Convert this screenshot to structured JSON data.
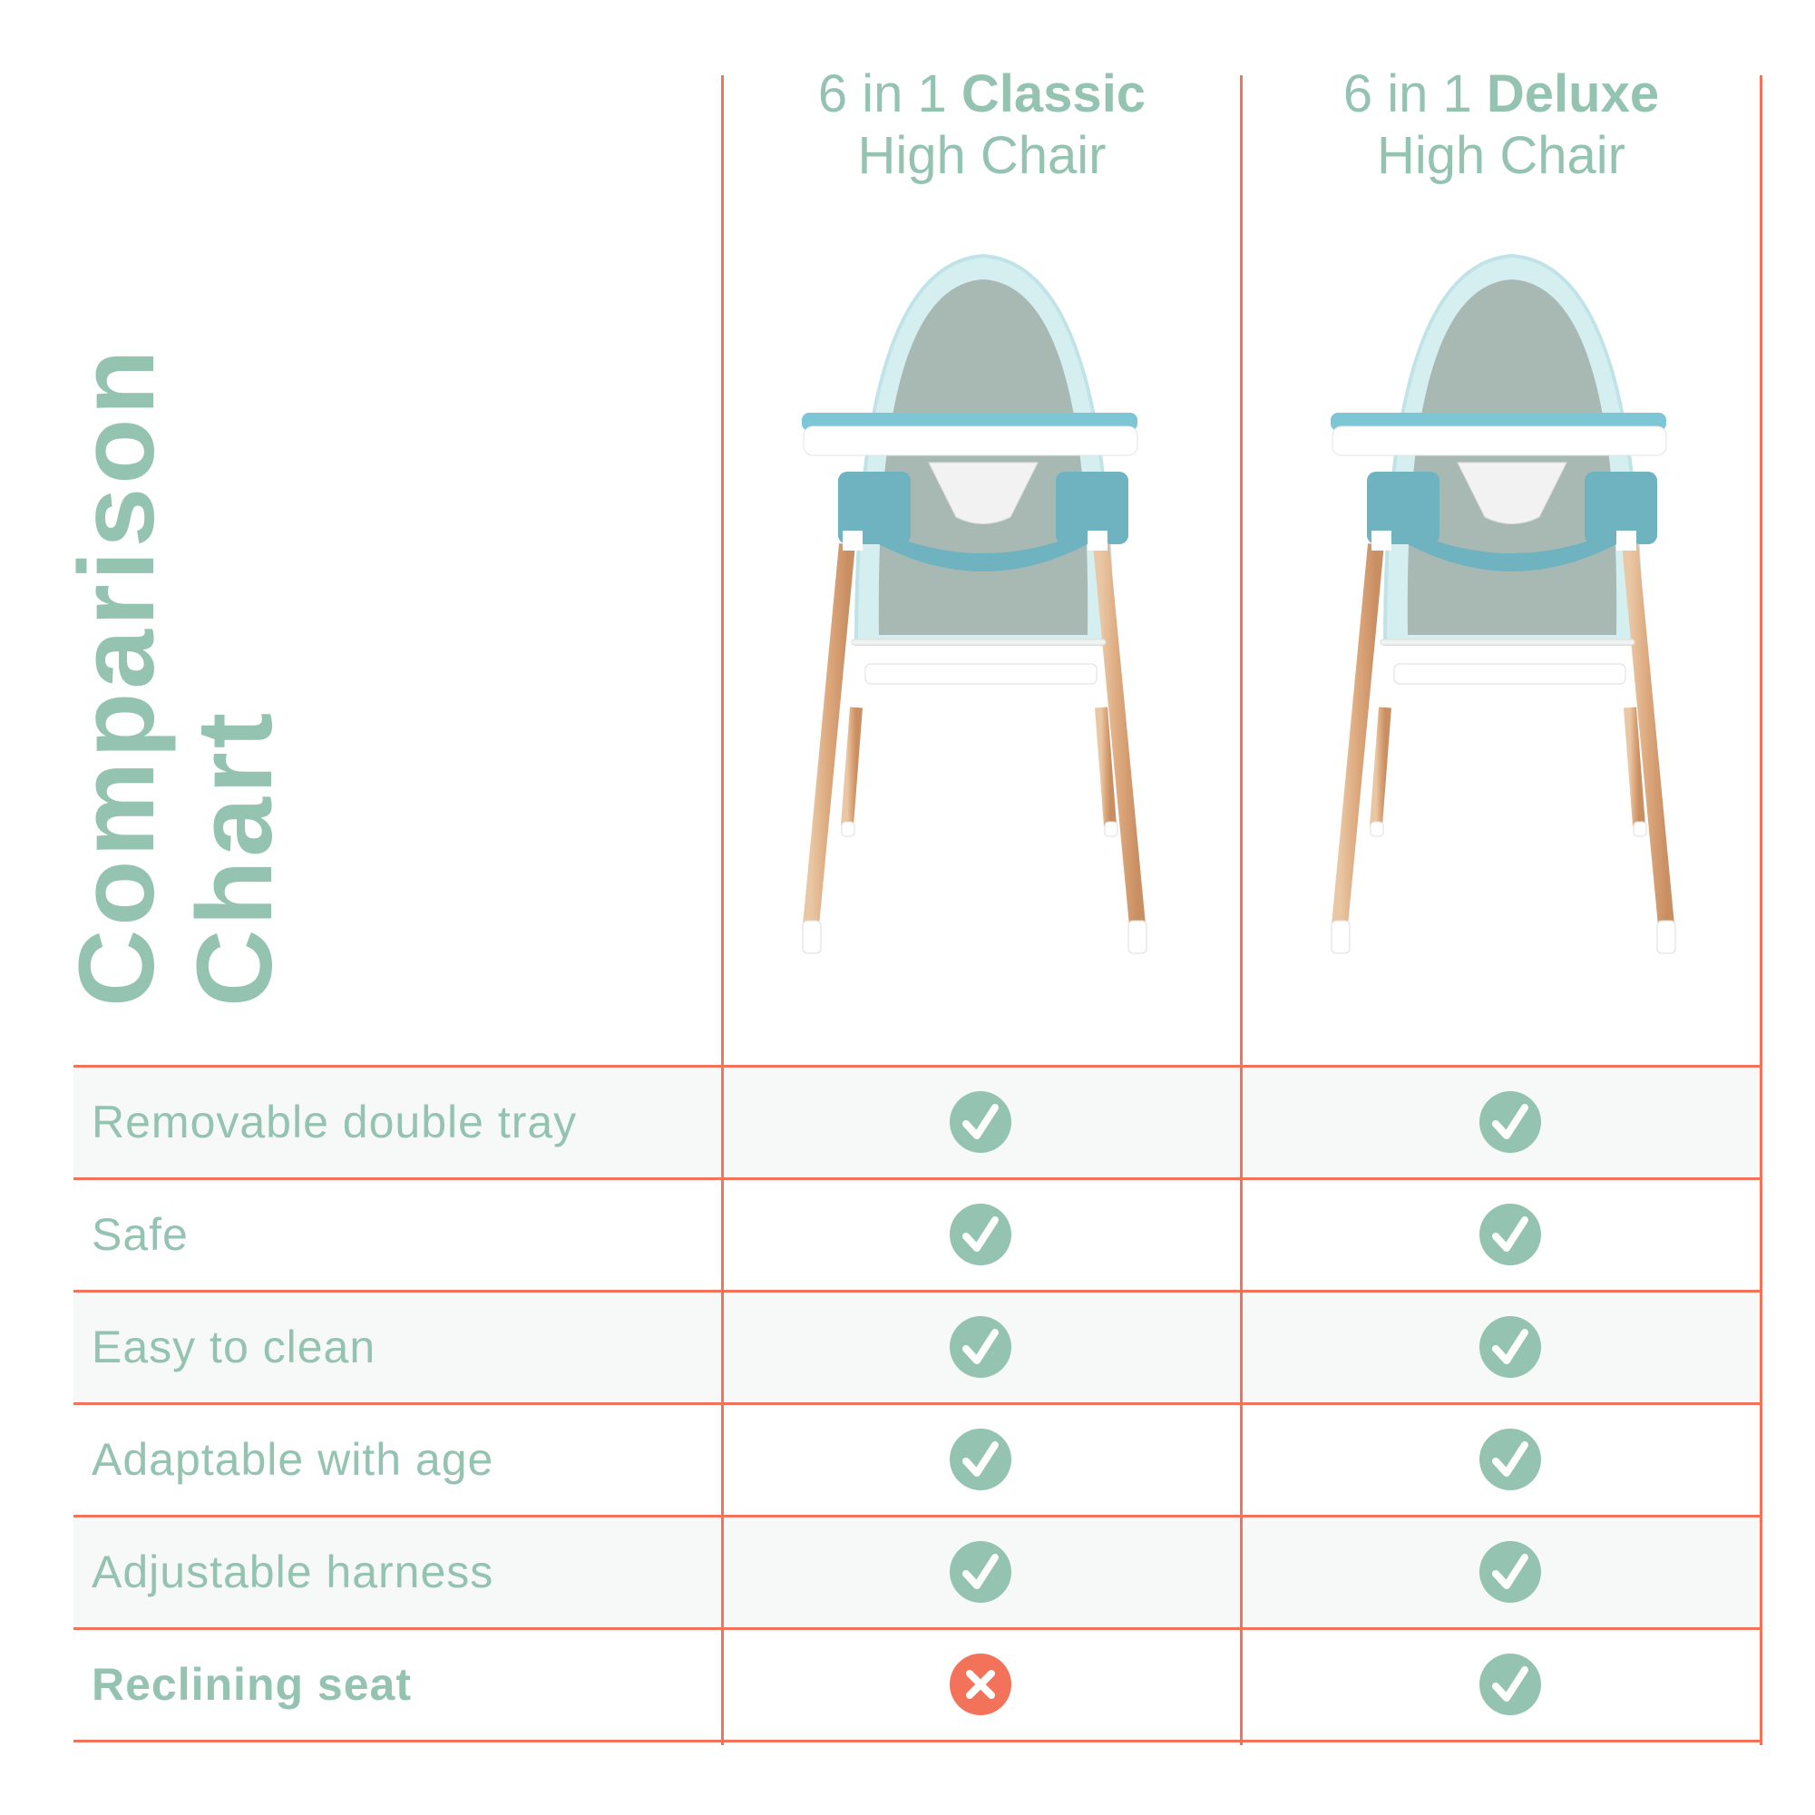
{
  "title": {
    "line1": "Comparison",
    "line2": "Chart"
  },
  "columns": [
    {
      "prefix": "6 in 1",
      "name": "Classic",
      "line2": "High Chair",
      "image": "classic-high-chair"
    },
    {
      "prefix": "6 in 1",
      "name": "Deluxe",
      "line2": "High Chair",
      "image": "deluxe-high-chair"
    }
  ],
  "rows": [
    {
      "label": "Removable double tray",
      "values": [
        "check",
        "check"
      ]
    },
    {
      "label": "Safe",
      "values": [
        "check",
        "check"
      ]
    },
    {
      "label": "Easy to clean",
      "values": [
        "check",
        "check"
      ]
    },
    {
      "label": "Adaptable with age",
      "values": [
        "check",
        "check"
      ]
    },
    {
      "label": "Adjustable harness",
      "values": [
        "check",
        "check"
      ]
    },
    {
      "label": "Reclining seat",
      "values": [
        "cross",
        "check"
      ]
    }
  ],
  "colors": {
    "accent": "#95c3b2",
    "line": "#f2735a",
    "cross": "#f2735a",
    "row_shade": "#f7f9f8"
  }
}
